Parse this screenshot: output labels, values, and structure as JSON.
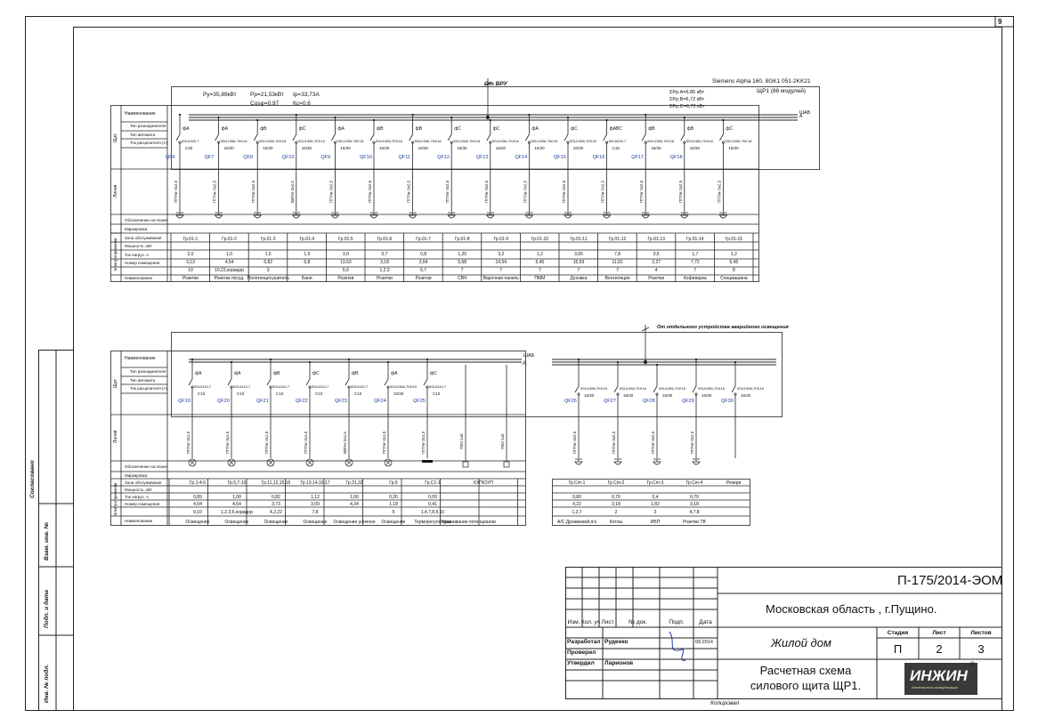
{
  "sheet": {
    "page_number": "9",
    "side_labels": [
      "Согласовано",
      "Взам. инв. №",
      "Подп. и дата",
      "Инв. № подл."
    ],
    "copied_label": "Копировал"
  },
  "panel1": {
    "feeder_label": "От ВРУ",
    "supply_label": "Siemens Alpha 160, 8GK1 051-2KK21",
    "panel_name": "ЩР1 (88 модулей)",
    "params_left": [
      "Ру=35,89кВт",
      "Рр=21,53кВт",
      "Ip=33,73А",
      "Cosφ=0,97",
      "Кс=0,6"
    ],
    "phase_sums": [
      "ΣРр.А=6,85 кВт",
      "ΣРр.B=6,72 кВт",
      "ΣРр.С=6,72 кВт"
    ],
    "bus_label": "ШАБ",
    "bus_mark": "А",
    "row_headers": [
      "Наименование",
      "Тип разъединителя",
      "Тип автомата",
      "Ток расцепителя (А)",
      "Обозначение на плане",
      "Маркировка",
      "Зона обслуживания",
      "Мощность, кВт",
      "Ток нагруз. А",
      "Номер помещения",
      "Наименование"
    ],
    "side_groups": [
      "Щит",
      "Линия",
      "Электроприемник"
    ],
    "groups": [
      {
        "qf": "QF6",
        "phase": "фА",
        "breaker": "5SL6325-7",
        "rating": "C25",
        "cable": "ППГнг-3х2,5",
        "group": "Гр.01-1",
        "power": "2,0",
        "current": "3,13",
        "room": "10",
        "name": "Розетки"
      },
      {
        "qf": "QF7",
        "phase": "фА",
        "breaker": "5SU1356-7KK16",
        "rating": "16/30",
        "cable": "ППГнг-3х2,5",
        "group": "Гр.01-2",
        "power": "1,0",
        "current": "4,54",
        "room": "10,22,коридор",
        "name": "Розетки посуд."
      },
      {
        "qf": "QF8",
        "phase": "фB",
        "breaker": "5SU1356-7KK16",
        "rating": "16/30",
        "cable": "ППГнг-3х2,5",
        "group": "Гр.01-3",
        "power": "1,5",
        "current": "6,82",
        "room": "3",
        "name": "Полотенцесушитель"
      },
      {
        "qf": "QF10",
        "phase": "фС",
        "breaker": "5SU1356-7KK16",
        "rating": "16/30",
        "cable": "ВВГнг-3х2,5",
        "group": "Гр.01-4",
        "power": "1,5",
        "current": "6,8",
        "room": "",
        "name": "Баня"
      },
      {
        "qf": "QF9",
        "phase": "фА",
        "breaker": "5SU1356-7KK16",
        "rating": "16/30",
        "cable": "ППГнг-3х2,5",
        "group": "Гр.01-5",
        "power": "3,0",
        "current": "13,63",
        "room": "5,6",
        "name": "Розетки"
      },
      {
        "qf": "QF10",
        "phase": "фB",
        "breaker": "5SU1356-7KK16",
        "rating": "16/30",
        "cable": "ППГнг-3х2,5",
        "group": "Гр.01-6",
        "power": "0,7",
        "current": "3,18",
        "room": "1,2,3",
        "name": "Розетки"
      },
      {
        "qf": "QF11",
        "phase": "фB",
        "breaker": "5SU1356-7KK16",
        "rating": "16/30",
        "cable": "ППГнг-3х2,5",
        "group": "Гр.01-7",
        "power": "0,8",
        "current": "3,64",
        "room": "6,7",
        "name": "Розетки"
      },
      {
        "qf": "QF12",
        "phase": "фС",
        "breaker": "5SU1356-7KK16",
        "rating": "16/30",
        "cable": "ППГнг-3х2,5",
        "group": "Гр.01-8",
        "power": "1,25",
        "current": "5,68",
        "room": "7",
        "name": "СВЧ"
      },
      {
        "qf": "QF13",
        "phase": "фС",
        "breaker": "5SU1356-7KK16",
        "rating": "16/30",
        "cable": "ППГнг-3х2,5",
        "group": "Гр.01-9",
        "power": "3,2",
        "current": "14,54",
        "room": "7",
        "name": "Варочная панель"
      },
      {
        "qf": "QF14",
        "phase": "фА",
        "breaker": "5SU1356-7KK16",
        "rating": "16/30",
        "cable": "ППГнг-3х2,5",
        "group": "Гр.01-10",
        "power": "1,2",
        "current": "5,45",
        "room": "7",
        "name": "ПММ"
      },
      {
        "qf": "QF15",
        "phase": "фС",
        "breaker": "5SU1356-7KK20",
        "rating": "20/30",
        "cable": "ППГнг-3х2,5",
        "group": "Гр.01-11",
        "power": "3,65",
        "current": "16,59",
        "room": "7",
        "name": "Духовка"
      },
      {
        "qf": "QF16",
        "phase": "фАВС",
        "breaker": "5SL6316-7",
        "rating": "C16",
        "cable": "ППГнг-5х2,5",
        "group": "Гр.01-12",
        "power": "7,8",
        "current": "11,81",
        "room": "7",
        "name": "Вентиляция"
      },
      {
        "qf": "QF17",
        "phase": "фB",
        "breaker": "5SU1356-7KK16",
        "rating": "16/30",
        "cable": "ППГнг-3х2,5",
        "group": "Гр.01-13",
        "power": "0,5",
        "current": "2,27",
        "room": "4",
        "name": "Розетки"
      },
      {
        "qf": "QF18",
        "phase": "фB",
        "breaker": "5SU1356-7KK16",
        "rating": "16/30",
        "cable": "ППГнг-3х2,5",
        "group": "Гр.01-14",
        "power": "1,7",
        "current": "7,72",
        "room": "7",
        "name": "Кофеварка"
      },
      {
        "qf": "",
        "phase": "фС",
        "breaker": "5SU1356-7KK16",
        "rating": "16/30",
        "cable": "ППГнг-3х2,5",
        "group": "Гр.01-15",
        "power": "1,2",
        "current": "5,45",
        "room": "8",
        "name": "Спецмашина"
      }
    ]
  },
  "panel2": {
    "feeder_label": "От отдельного устройства аварийного освещения",
    "bus_label": "ШАБ",
    "bus_mark": "А",
    "row_headers": [
      "Наименование",
      "Тип разъединителя",
      "Тип автомата",
      "Ток расцепителя (А)",
      "Обозначение на плане",
      "Маркировка",
      "Зона обслуживания",
      "Мощность, кВт",
      "Ток нагруз. А",
      "Номер помещения",
      "Наименование"
    ],
    "groups": [
      {
        "qf": "QF19",
        "phase": "фА",
        "breaker": "5SL6110-7",
        "rating": "C10",
        "cable": "ППГнг-3х1,5",
        "group": "Гр.1-4,6",
        "power": "0,89",
        "current": "4,04",
        "room": "9,10",
        "name": "Освещение"
      },
      {
        "qf": "QF20",
        "phase": "фА",
        "breaker": "5SL6110-7",
        "rating": "C10",
        "cable": "ППГнг-3х1,5",
        "group": "Гр.5,7-10",
        "power": "1,00",
        "current": "4,54",
        "room": "1,2,3,6,коридор",
        "name": "Освещение"
      },
      {
        "qf": "QF21",
        "phase": "фB",
        "breaker": "5SL6110-7",
        "rating": "C10",
        "cable": "ППГнг-3х1,5",
        "group": "Гр.11,12,15,16",
        "power": "0,82",
        "current": "3,73",
        "room": "4,2,22",
        "name": "Освещение"
      },
      {
        "qf": "QF22",
        "phase": "фС",
        "breaker": "5SL6110-7",
        "rating": "C10",
        "cable": "ППГнг-3х1,5",
        "group": "Гр.13,14,16,17",
        "power": "1,12",
        "current": "3,09",
        "room": "7,8",
        "name": "Освещение"
      },
      {
        "qf": "QF23",
        "phase": "фB",
        "breaker": "5SL6110-7",
        "rating": "C10",
        "cable": "ВВГнг-3х1,5",
        "group": "Гр.31,32",
        "power": "1,00",
        "current": "4,34",
        "room": "",
        "name": "Освещение уличное"
      },
      {
        "qf": "QF24",
        "phase": "фА",
        "breaker": "5SU1356-7KK10",
        "rating": "10/30",
        "cable": "ППГнг-3х1,5",
        "group": "Гр.6",
        "power": "0,26",
        "current": "1,18",
        "room": "5",
        "name": "Освещение"
      },
      {
        "qf": "QF25",
        "phase": "фС",
        "breaker": "5SL6110-7",
        "rating": "C10",
        "cable": "ППГнг-3х1,5",
        "group": "Гр.С1-1",
        "power": "0,09",
        "current": "0,41",
        "room": "1,4,7,8,9,10",
        "name": "Терморегуляторы"
      }
    ],
    "extra": [
      {
        "cable": "ПВ3-1х6",
        "name": "Уравнивание потенциалов"
      },
      {
        "cable": "ПВ3-1х6",
        "name": ""
      }
    ],
    "extra_group": "КУП/ОУП",
    "emergency": [
      {
        "qf": "QF26",
        "phase": "",
        "breaker": "5SU1356-7KK16",
        "rating": "16/30",
        "cable": "ППГнг-3х2,5",
        "group": "Гр.Cm-1",
        "power": "0,80",
        "current": "4,22",
        "room": "1,2,7",
        "name": "А/С Дрожжевой,п/з"
      },
      {
        "qf": "QF27",
        "phase": "",
        "breaker": "5SU1356-7KK16",
        "rating": "16/30",
        "cable": "ППГнг-3х2,5",
        "group": "Гр.Cm-2",
        "power": "0,70",
        "current": "3,18",
        "room": "2",
        "name": "Котлы"
      },
      {
        "qf": "QF28",
        "phase": "",
        "breaker": "5SU1356-7KK16",
        "rating": "16/30",
        "cable": "ППГнг-3х2,5",
        "group": "Гр.Cm-3",
        "power": "0,4",
        "current": "1,82",
        "room": "2",
        "name": "ИБП"
      },
      {
        "qf": "QF29",
        "phase": "",
        "breaker": "5SU1356-7KK16",
        "rating": "16/30",
        "cable": "ППГнг-3х2,5",
        "group": "Гр.Cm-4",
        "power": "0,70",
        "current": "3,18",
        "room": "4,7,8",
        "name": "Розетки ТВ"
      },
      {
        "qf": "QF30",
        "phase": "",
        "breaker": "5SU1356-7KK16",
        "rating": "16/30",
        "cable": "",
        "group": "Резерв",
        "power": "",
        "current": "",
        "room": "",
        "name": ""
      }
    ]
  },
  "title_block": {
    "doc_code": "П-175/2014-ЭОМ",
    "location": "Московская область , г.Пущино.",
    "building": "Жилой дом",
    "sheet_title": "Расчетная схема\nсилового щита ЩР1.",
    "col_headers": [
      "Изм.",
      "Кол. уч",
      "Лист",
      "№ док.",
      "Подп.",
      "Дата"
    ],
    "roles": [
      {
        "role": "Разработал",
        "name": "Руденко",
        "date": "09.2014"
      },
      {
        "role": "Проверил",
        "name": "",
        "date": ""
      },
      {
        "role": "Утвердил",
        "name": "Ларионов",
        "date": ""
      }
    ],
    "stage_label": "Стадия",
    "sheet_label": "Лист",
    "sheets_label": "Листов",
    "stage": "П",
    "sheet": "2",
    "sheets": "3",
    "company_logo": "ИНЖИН",
    "company_sub": "Инженерные коммуникации",
    "registered": "®"
  },
  "colors": {
    "line": "#111111",
    "blue": "#1a3a9a",
    "logo_bg": "#3a3a3a"
  }
}
